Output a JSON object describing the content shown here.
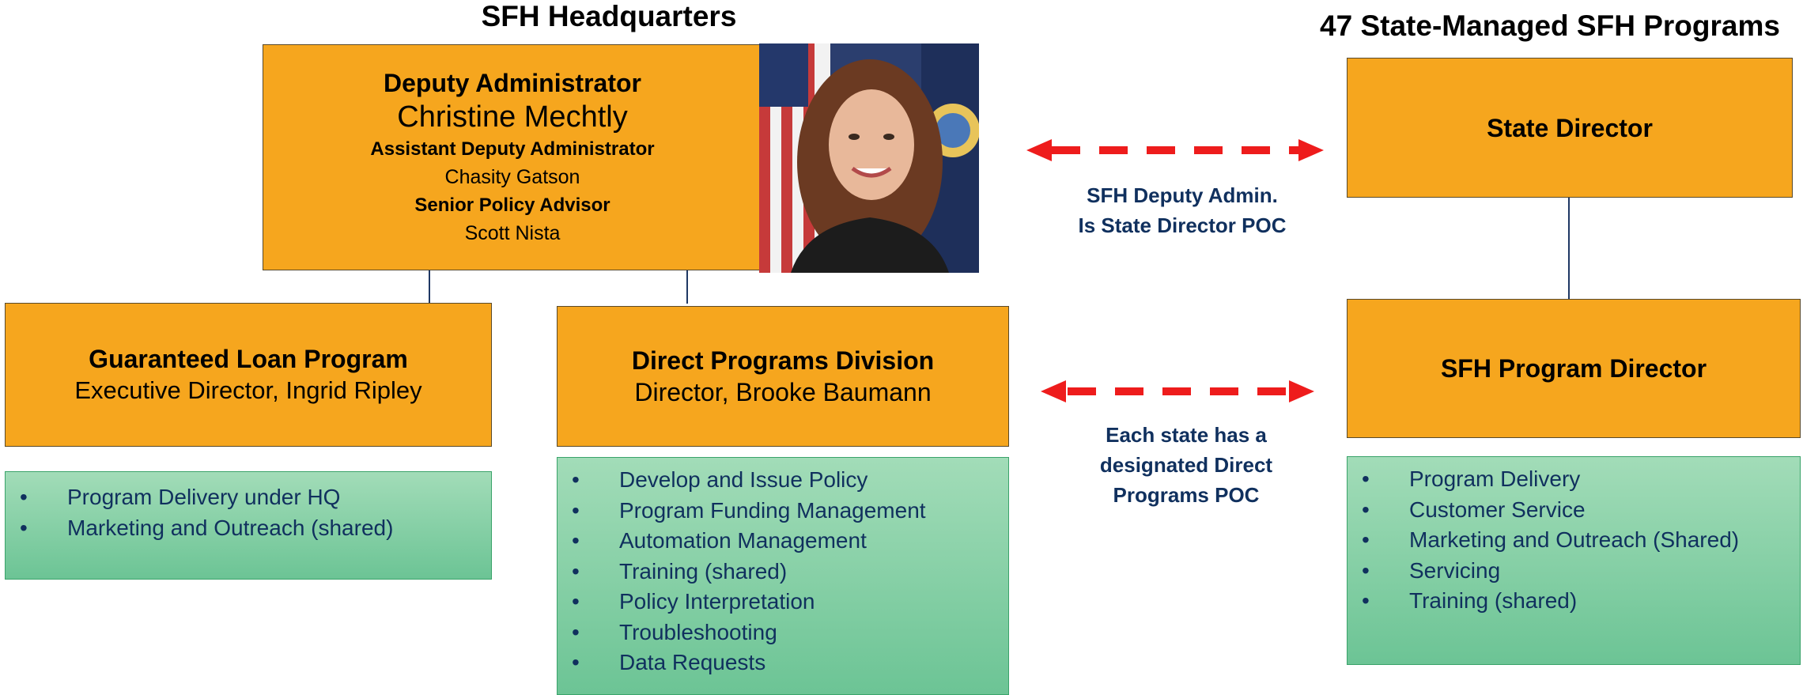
{
  "headings": {
    "hq": "SFH Headquarters",
    "state": "47 State-Managed SFH Programs"
  },
  "deputy": {
    "title": "Deputy Administrator",
    "name": "Christine Mechtly",
    "assistant_title": "Assistant Deputy Administrator",
    "assistant_name": "Chasity Gatson",
    "advisor_title": "Senior Policy Advisor",
    "advisor_name": "Scott Nista"
  },
  "guaranteed": {
    "title": "Guaranteed Loan Program",
    "subtitle": "Executive Director, Ingrid Ripley",
    "items": [
      "Program Delivery under HQ",
      "Marketing and Outreach (shared)"
    ]
  },
  "direct": {
    "title": "Direct Programs Division",
    "subtitle": "Director, Brooke Baumann",
    "items": [
      "Develop and Issue Policy",
      "Program Funding Management",
      "Automation Management",
      "Training (shared)",
      "Policy Interpretation",
      "Troubleshooting",
      "Data Requests"
    ]
  },
  "state_director": {
    "title": "State Director"
  },
  "program_director": {
    "title": "SFH Program Director",
    "items": [
      "Program Delivery",
      "Customer Service",
      "Marketing and Outreach (Shared)",
      "Servicing",
      "Training (shared)"
    ]
  },
  "notes": {
    "top_line1": "SFH Deputy Admin.",
    "top_line2": "Is State Director POC",
    "bottom_line1": "Each state has a",
    "bottom_line2": "designated Direct",
    "bottom_line3": "Programs POC"
  },
  "bullet": "•",
  "colors": {
    "box_orange": "#f6a61e",
    "box_green": "#7fcca0",
    "text_navy": "#10305e",
    "arrow_red": "#ee1c1c"
  }
}
